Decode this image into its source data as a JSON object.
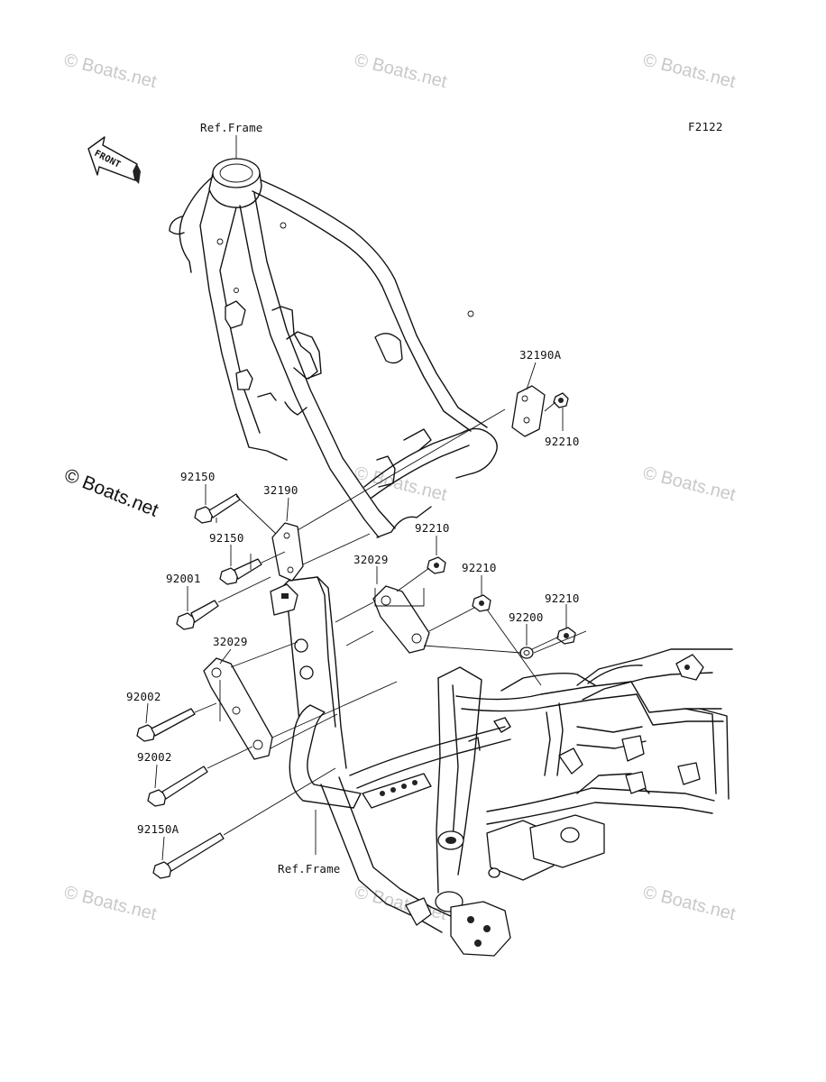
{
  "figure_code": "F2122",
  "front_arrow_label": "FRONT",
  "labels": {
    "ref_frame_top": "Ref.Frame",
    "ref_frame_bottom": "Ref.Frame",
    "p32190A": "32190A",
    "p92210_a": "92210",
    "p92150_a": "92150",
    "p32190": "32190",
    "p92210_b": "92210",
    "p92150_b": "92150",
    "p32029_a": "32029",
    "p92210_c": "92210",
    "p92001": "92001",
    "p92210_d": "92210",
    "p92200": "92200",
    "p32029_b": "32029",
    "p92002_a": "92002",
    "p92002_b": "92002",
    "p92150A": "92150A"
  },
  "watermarks": {
    "text": "© Boats.net",
    "prominent": "© Boats.net"
  }
}
